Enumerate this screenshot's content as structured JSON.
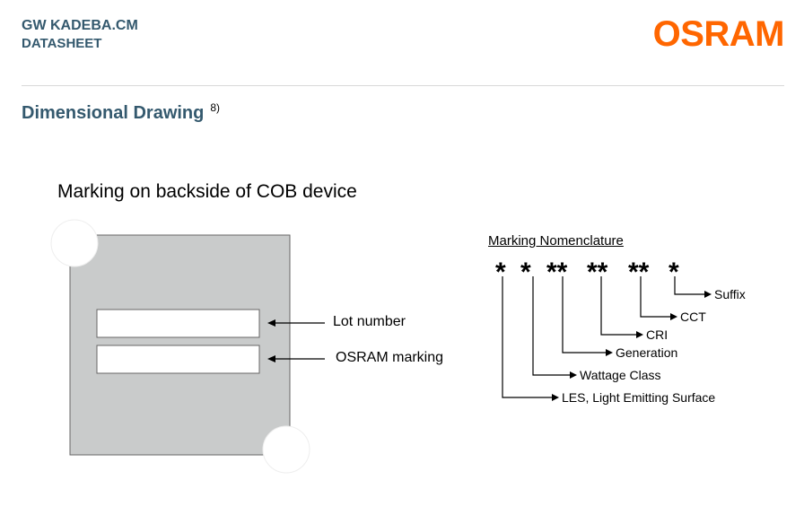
{
  "header": {
    "product": "GW KADEBA.CM",
    "doc_type": "DATASHEET",
    "logo": "OSRAM",
    "brand_color": "#ff6600",
    "heading_color": "#34596e"
  },
  "section": {
    "title": "Dimensional Drawing",
    "footnote": "8)"
  },
  "marking": {
    "title": "Marking on backside of COB device",
    "lot_label": "Lot number",
    "osram_label": "OSRAM marking"
  },
  "nomenclature": {
    "title": "Marking Nomenclature",
    "symbols": [
      "*",
      "*",
      "**",
      "**",
      "**",
      "*"
    ],
    "labels": [
      "Suffix",
      "CCT",
      "CRI",
      "Generation",
      "Wattage Class",
      "LES, Light Emitting Surface"
    ]
  }
}
